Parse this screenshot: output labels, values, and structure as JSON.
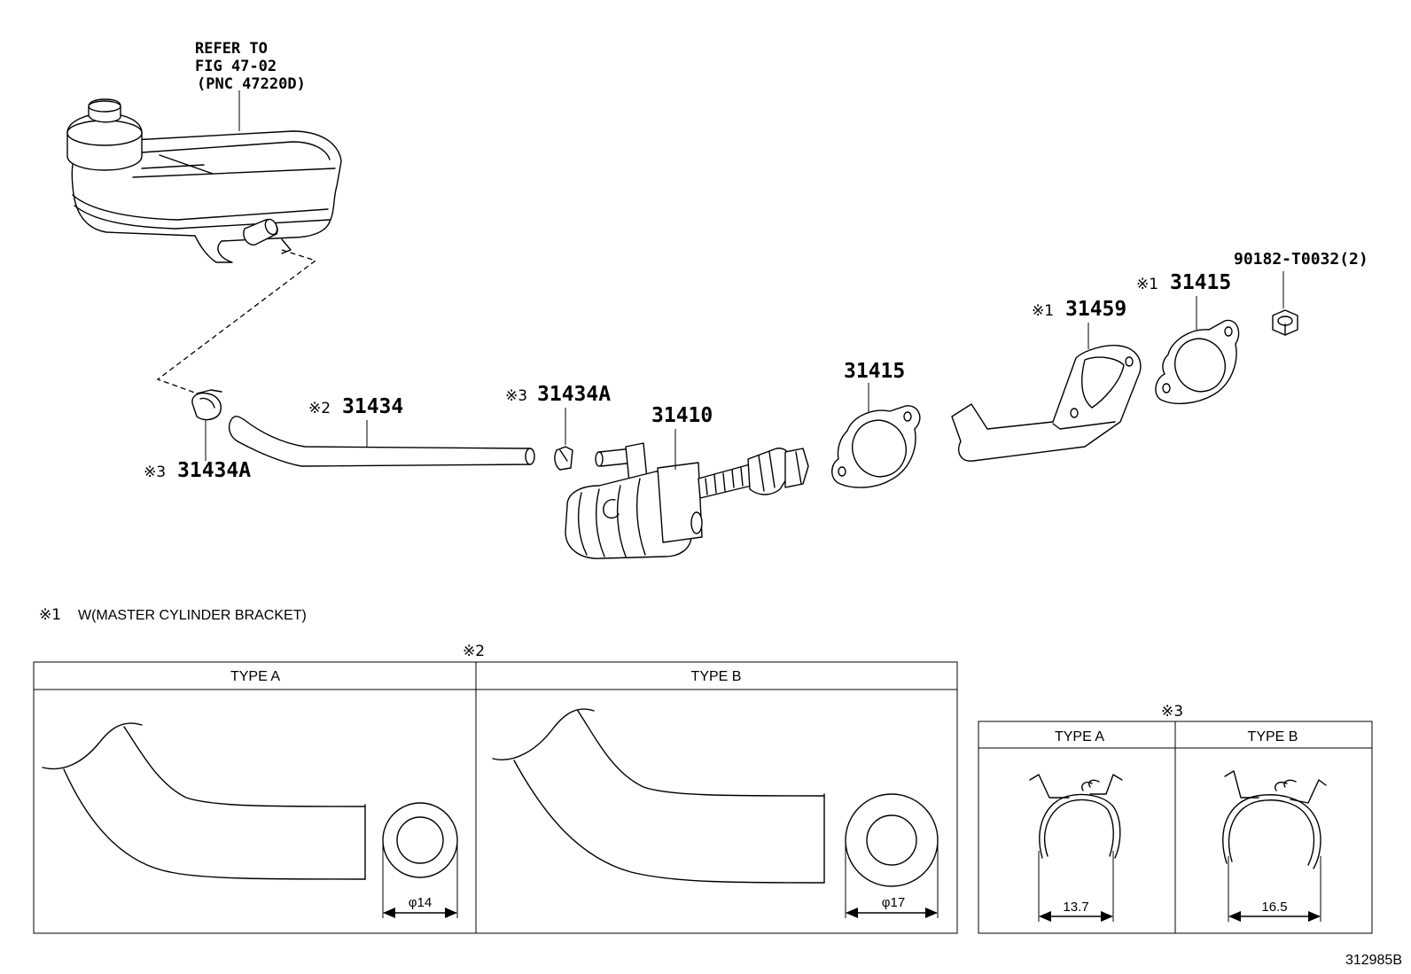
{
  "reference": {
    "line1": "REFER TO",
    "line2": "FIG 47-02",
    "line3": "(PNC 47220D)"
  },
  "parts": {
    "clip_left": {
      "mark": "※3",
      "number": "31434A"
    },
    "hose": {
      "mark": "※2",
      "number": "31434"
    },
    "clip_right": {
      "mark": "※3",
      "number": "31434A"
    },
    "master_cylinder": {
      "number": "31410"
    },
    "gasket": {
      "number": "31415"
    },
    "bracket": {
      "mark": "※1",
      "number": "31459"
    },
    "gasket_2": {
      "mark": "※1",
      "number": "31415"
    },
    "nut": {
      "number": "90182-T0032(2)"
    }
  },
  "notes": {
    "note1": {
      "mark": "※1",
      "text": "W(MASTER CYLINDER BRACKET)"
    }
  },
  "hose_table": {
    "mark": "※2",
    "columns": [
      {
        "header": "TYPE A",
        "diameter": "φ14"
      },
      {
        "header": "TYPE B",
        "diameter": "φ17"
      }
    ]
  },
  "clip_table": {
    "mark": "※3",
    "columns": [
      {
        "header": "TYPE A",
        "size": "13.7"
      },
      {
        "header": "TYPE B",
        "size": "16.5"
      }
    ]
  },
  "figure_id": "312985B"
}
